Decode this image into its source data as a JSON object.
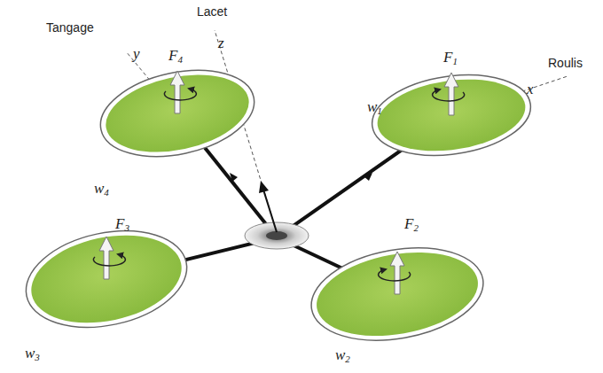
{
  "diagram": {
    "labels": [
      "Lacet",
      "z",
      "Tangage",
      "y",
      "F4",
      "F1",
      "Roulis",
      "x",
      "w1",
      "w4",
      "F3",
      "F2",
      "w3",
      "w2"
    ]
  }
}
